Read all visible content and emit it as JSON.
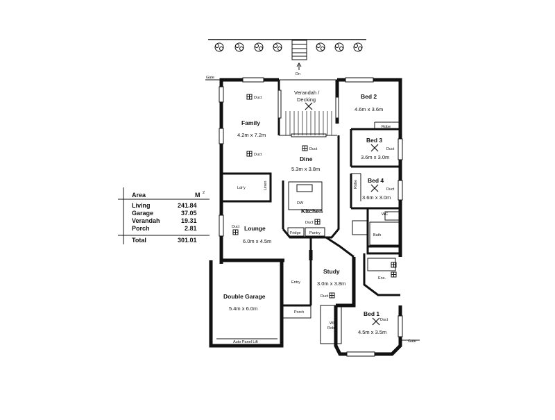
{
  "stairs_label": "Dn",
  "gate_labels": [
    "Gate",
    "Gate"
  ],
  "rooms": {
    "family": {
      "name": "Family",
      "dims": "4.2m x 7.2m"
    },
    "verandah": {
      "name": "Verandah /",
      "name2": "Decking"
    },
    "bed2": {
      "name": "Bed 2",
      "dims": "4.6m x 3.6m"
    },
    "robe": {
      "name": "Robe"
    },
    "bed3": {
      "name": "Bed 3",
      "dims": "3.6m x 3.0m"
    },
    "dine": {
      "name": "Dine",
      "dims": "5.3m x 3.8m"
    },
    "bed4": {
      "name": "Bed 4",
      "dims": "3.6m x 3.0m"
    },
    "robe4": {
      "name": "Robe"
    },
    "ldry": {
      "name": "Ldr'y"
    },
    "linen": {
      "name": "Linen"
    },
    "kitchen": {
      "name": "Kitchen",
      "dw": "DW"
    },
    "fridge": {
      "name": "Fridge"
    },
    "pantry": {
      "name": "Pantry"
    },
    "wc": {
      "name": "WC"
    },
    "bath": {
      "name": "Bath"
    },
    "lounge": {
      "name": "Lounge",
      "dims": "6.0m x 4.5m"
    },
    "study": {
      "name": "Study",
      "dims": "3.0m x 3.8m"
    },
    "ens": {
      "name": "Ens."
    },
    "entry": {
      "name": "Entry"
    },
    "garage": {
      "name": "Double Garage",
      "dims": "5.4m x 6.0m",
      "door": "Auto Panel Lift"
    },
    "porch": {
      "name": "Porch"
    },
    "wirobe": {
      "name": "WI",
      "name2": "Robe"
    },
    "bed1": {
      "name": "Bed 1",
      "dims": "4.5m x 3.5m"
    }
  },
  "duct_label": "Duct",
  "area_table": {
    "header": "Area",
    "unit": "M",
    "unit_sup": "2",
    "rows": [
      {
        "label": "Living",
        "value": "241.84"
      },
      {
        "label": "Garage",
        "value": "37.05"
      },
      {
        "label": "Verandah",
        "value": "19.31"
      },
      {
        "label": "Porch",
        "value": "2.81"
      }
    ],
    "total_label": "Total",
    "total_value": "301.01"
  }
}
